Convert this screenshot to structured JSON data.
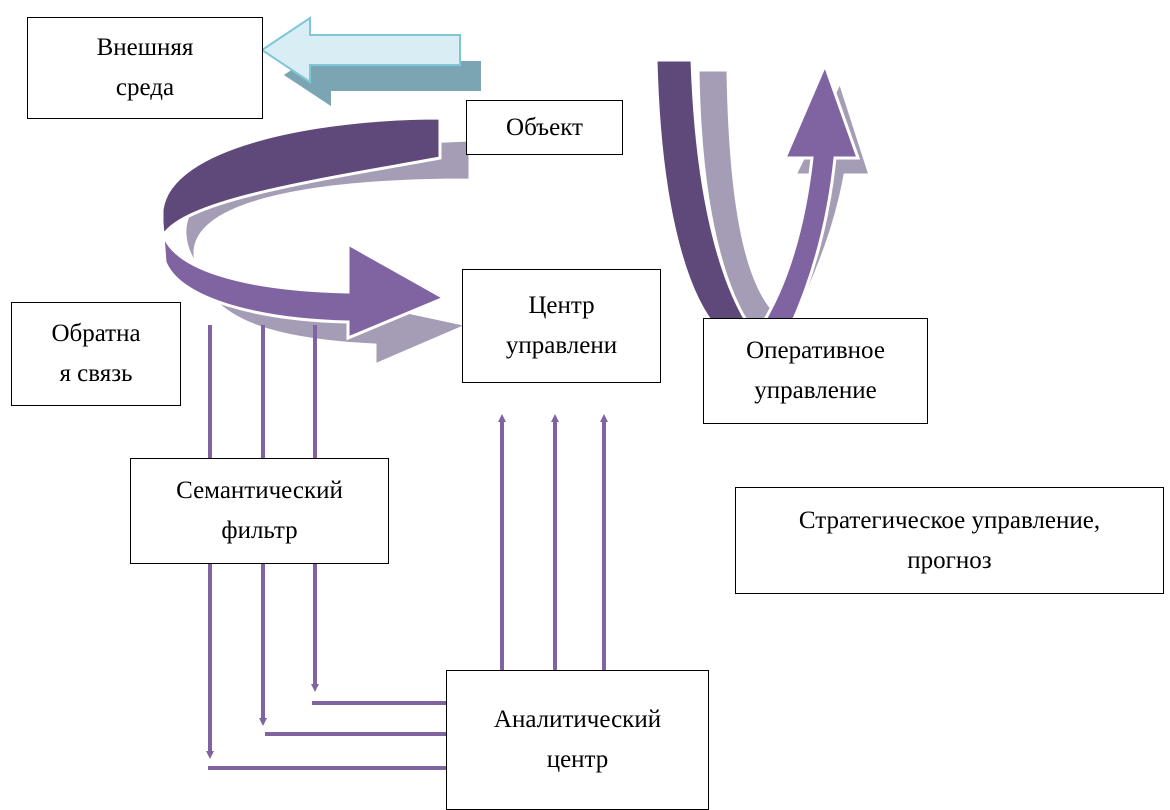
{
  "diagram": {
    "nodes": {
      "external_env": {
        "line1": "Внешняя",
        "line2": "среда"
      },
      "object": {
        "label": "Объект"
      },
      "control_center": {
        "line1": "Центр",
        "line2": "управлени"
      },
      "operative": {
        "line1": "Оперативное",
        "line2": "управление"
      },
      "feedback": {
        "line1": "Обратна",
        "line2": "я связь"
      },
      "semantic_filter": {
        "line1": "Семантический",
        "line2": "фильтр"
      },
      "strategic": {
        "line1": "Стратегическое управление,",
        "line2": "прогноз"
      },
      "analytic_center": {
        "line1": "Аналитический",
        "line2": "центр"
      }
    },
    "colors": {
      "arrow_purple": "#8064a2",
      "arrow_dark_purple": "#5f497a",
      "arrow_shadow_gray": "#a59db5",
      "arrow_light_blue": "#b7dee8",
      "arrow_teal_shadow": "#7ba5b2",
      "line_purple": "#8064a2"
    }
  }
}
